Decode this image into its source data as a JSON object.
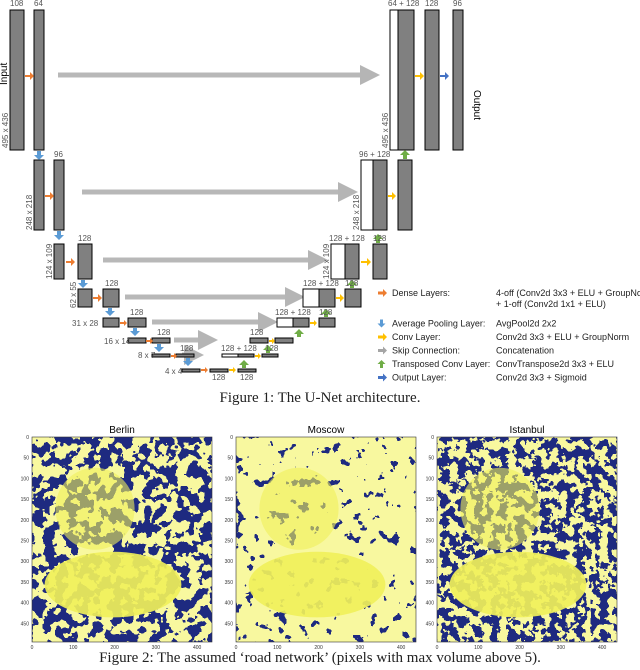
{
  "figure1": {
    "caption": "Figure 1: The U-Net architecture.",
    "labels": {
      "input": "Input",
      "output": "Output",
      "c108": "108",
      "c64": "64",
      "c64_128": "64 + 128",
      "c128_top": "128",
      "c96_top": "96",
      "c96": "96",
      "c96_128": "96 + 128",
      "c128_2": "128",
      "c128_128_3": "128 + 128",
      "c128_3": "128",
      "c128_128_4": "128 + 128",
      "c128_4": "128",
      "c128_128_5": "128 + 128",
      "c128_5a": "128",
      "c128_5b": "128",
      "c128_128_6": "128 + 128",
      "c128_6": "128",
      "c128_7a": "128",
      "c128_7b": "128",
      "s495": "495 x 436",
      "s248": "248 x 218",
      "s124": "124 x 109",
      "s62": "62 x 55",
      "s31": "31 x 28",
      "s16": "16 x 14",
      "s8": "8 x 7",
      "s4": "4 x 4"
    },
    "legend": [
      {
        "name": "Dense Layers:",
        "desc": "4-off (Conv2d 3x3 + ELU + GroupNorm)",
        "desc2": "+ 1-off (Conv2d 1x1 + ELU)",
        "color": "#ed7d31",
        "arrow": "right"
      },
      {
        "name": "Average Pooling Layer:",
        "desc": "AvgPool2d 2x2",
        "desc2": "",
        "color": "#5b9bd5",
        "arrow": "down"
      },
      {
        "name": "Conv Layer:",
        "desc": "Conv2d 3x3 + ELU + GroupNorm",
        "desc2": "",
        "color": "#ffc000",
        "arrow": "right"
      },
      {
        "name": "Skip Connection:",
        "desc": "Concatenation",
        "desc2": "",
        "color": "#a5a5a5",
        "arrow": "right"
      },
      {
        "name": "Transposed Conv Layer:",
        "desc": "ConvTranspose2d 3x3 + ELU",
        "desc2": "",
        "color": "#70ad47",
        "arrow": "up"
      },
      {
        "name": "Output Layer:",
        "desc": "Conv2d 3x3 + Sigmoid",
        "desc2": "",
        "color": "#4472c4",
        "arrow": "right"
      }
    ]
  },
  "figure2": {
    "caption": "Figure 2: The assumed ‘road network’ (pixels with max volume above 5).",
    "panels": [
      {
        "title": "Berlin"
      },
      {
        "title": "Moscow"
      },
      {
        "title": "Istanbul"
      }
    ],
    "y_ticks": [
      "0",
      "50",
      "100",
      "150",
      "200",
      "250",
      "300",
      "350",
      "400",
      "450"
    ],
    "x_ticks": [
      "0",
      "100",
      "200",
      "300",
      "400"
    ],
    "colors": {
      "road": "#f0f05a",
      "background": "#1e2a80"
    }
  }
}
